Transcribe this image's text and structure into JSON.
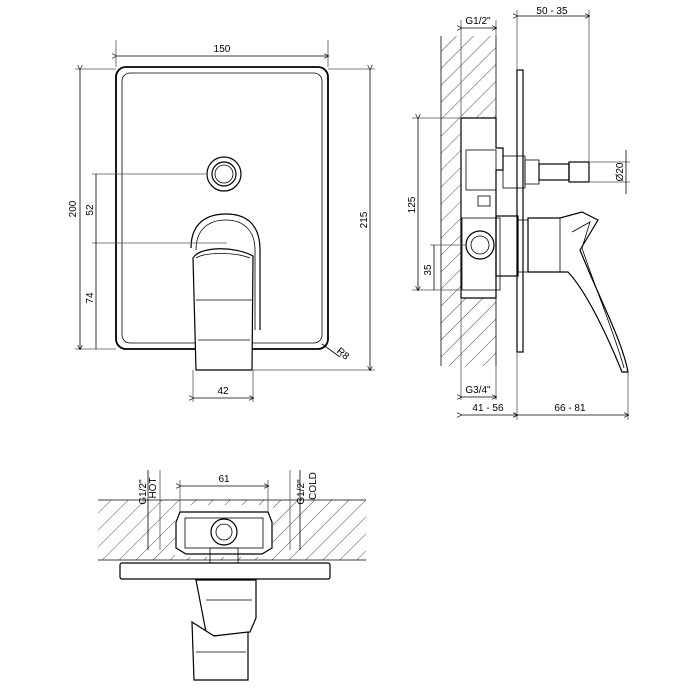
{
  "drawing": {
    "front_view": {
      "width_label": "150",
      "height_label": "200",
      "overall_height_label": "215",
      "upper_offset_label": "52",
      "lower_offset_label": "74",
      "handle_width_label": "42",
      "radius_label": "R8"
    },
    "side_view": {
      "inlet_label": "G1/2\"",
      "projection_label": "50 - 35",
      "spindle_label": "Ø20",
      "height_label": "125",
      "lower_label": "35",
      "outlet_label": "G3/4\"",
      "depth_label": "41 - 56",
      "handle_projection_label": "66 - 81"
    },
    "top_view": {
      "spacing_label": "61",
      "hot_thread_label": "G1/2\"",
      "hot_label": "HOT",
      "cold_thread_label": "G1/2\"",
      "cold_label": "COLD"
    }
  }
}
